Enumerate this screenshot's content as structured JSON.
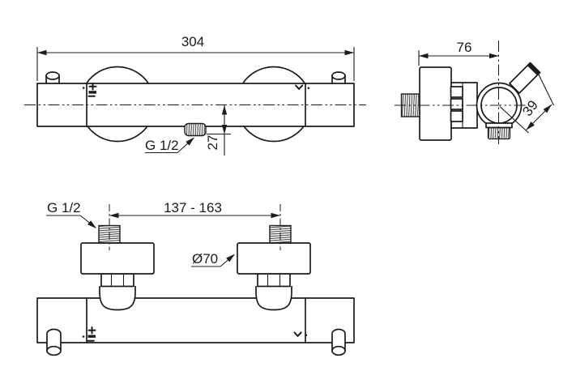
{
  "colors": {
    "line": "#1c1c1c",
    "background": "#ffffff"
  },
  "front_view": {
    "length_dim": "304",
    "outlet_thread_label": "G 1/2",
    "outlet_depth_dim": "27",
    "hot_cold_icon": "plus-minus-marks",
    "outlet_icon": "chevron-down-mark"
  },
  "side_view": {
    "depth_dim": "76",
    "arm_width_dim": "39"
  },
  "bottom_view": {
    "inlet_thread_label": "G 1/2",
    "inlet_centers_dim": "137 - 163",
    "escutcheon_diameter_dim": "Ø70",
    "hot_cold_icon": "plus-minus-marks",
    "outlet_icon": "chevron-down-mark"
  }
}
